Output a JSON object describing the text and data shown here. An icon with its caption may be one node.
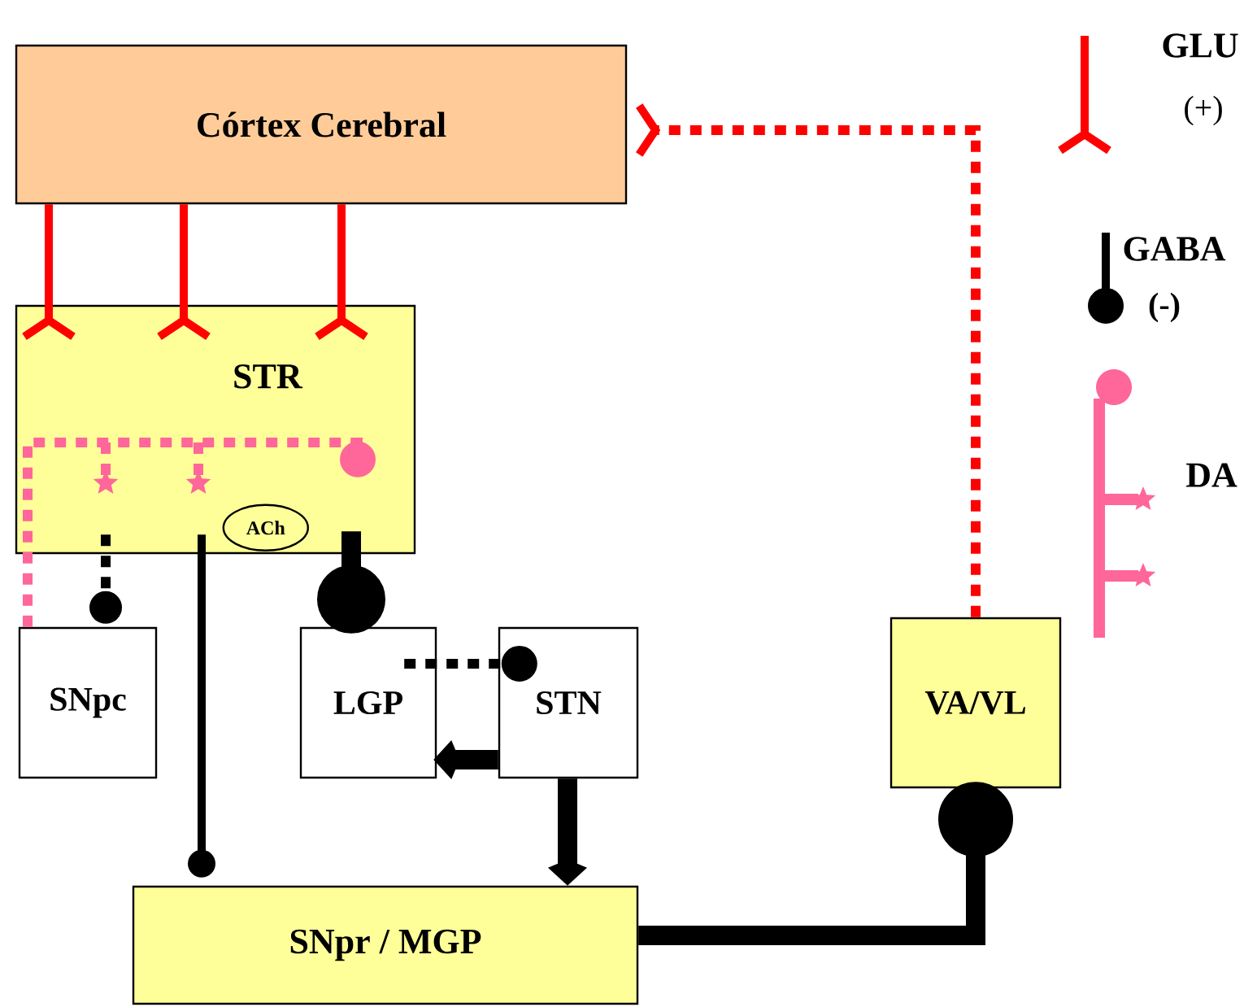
{
  "diagram": {
    "nodes": [
      {
        "text": [
          "Córtex Cerebral"
        ]
      },
      {
        "text": [
          "STR"
        ]
      },
      {
        "text": [
          "ACh"
        ],
        "in": 1
      },
      {
        "text": [
          "SNpc"
        ]
      },
      {
        "text": [
          "LGP"
        ]
      },
      {
        "text": [
          "STN"
        ]
      },
      {
        "text": [
          "VA/VL"
        ]
      },
      {
        "text": [
          "SNpr / MGP"
        ]
      }
    ],
    "edges": [
      {
        "from": 0,
        "to": 1,
        "arrow": "other",
        "color": "#ff0000"
      },
      {
        "from": 0,
        "to": 1,
        "arrow": "other",
        "color": "#ff0000"
      },
      {
        "from": 0,
        "to": 1,
        "arrow": "other",
        "color": "#ff0000"
      },
      {
        "from": 6,
        "to": 0,
        "arrow": "other",
        "style": "dashed",
        "color": "#ff0000"
      },
      {
        "from": 3,
        "to": 1,
        "arrow": "other",
        "style": "dashed",
        "color": "#ff6699"
      },
      {
        "from": 1,
        "to": 3,
        "arrow": "other",
        "style": "dashed"
      },
      {
        "from": 1,
        "to": 7,
        "arrow": "other"
      },
      {
        "from": 1,
        "to": 4,
        "arrow": "other",
        "style": "thick"
      },
      {
        "from": 4,
        "to": 5,
        "arrow": "other",
        "style": "dashed"
      },
      {
        "from": 5,
        "to": 4,
        "arrow": "to",
        "style": "thick"
      },
      {
        "from": 5,
        "to": 7,
        "arrow": "to",
        "style": "thick"
      },
      {
        "from": 7,
        "to": 6,
        "arrow": "other",
        "style": "thick"
      }
    ],
    "labels": [
      "(+)",
      "(-)"
    ],
    "legend": [
      {
        "text": "GLU"
      },
      {
        "text": "GABA"
      },
      {
        "text": "DA"
      }
    ]
  }
}
